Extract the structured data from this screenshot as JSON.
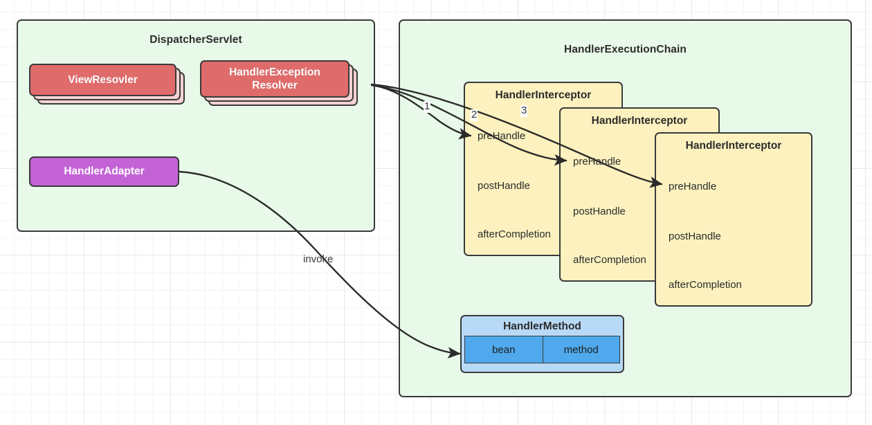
{
  "diagram": {
    "title": "Spring MVC DispatcherServlet / HandlerExecutionChain",
    "groups": [
      {
        "id": "dispatcher-servlet",
        "label": "DispatcherServlet"
      },
      {
        "id": "handler-execution-chain",
        "label": "HandlerExecutionChain"
      }
    ],
    "dispatcher": {
      "title": "DispatcherServlet",
      "nodes": [
        {
          "id": "view-resolver",
          "label": "ViewResovler",
          "color": "#e06b6b",
          "stacked": true
        },
        {
          "id": "handler-exception-resolver",
          "label": "HandlerException\nResolver",
          "line1": "HandlerException",
          "line2": "Resolver",
          "color": "#e06b6b",
          "stacked": true
        },
        {
          "id": "handler-adapter",
          "label": "HandlerAdapter",
          "color": "#c363d6",
          "stacked": false
        }
      ]
    },
    "chain": {
      "title": "HandlerExecutionChain",
      "interceptors": [
        {
          "id": "handler-interceptor-1",
          "title": "HandlerInterceptor",
          "methods": [
            "preHandle",
            "postHandle",
            "afterCompletion"
          ]
        },
        {
          "id": "handler-interceptor-2",
          "title": "HandlerInterceptor",
          "methods": [
            "preHandle",
            "postHandle",
            "afterCompletion"
          ]
        },
        {
          "id": "handler-interceptor-3",
          "title": "HandlerInterceptor",
          "methods": [
            "preHandle",
            "postHandle",
            "afterCompletion"
          ]
        }
      ],
      "handler_method": {
        "id": "handler-method",
        "title": "HandlerMethod",
        "cells": [
          "bean",
          "method"
        ]
      }
    },
    "edge_labels": [
      {
        "id": "edge-label-1",
        "text": "1"
      },
      {
        "id": "edge-label-2",
        "text": "2"
      },
      {
        "id": "edge-label-3",
        "text": "3"
      },
      {
        "id": "edge-label-invoke",
        "text": "invoke"
      }
    ],
    "colors": {
      "group_fill": "#e8f9e9",
      "group_stroke": "#3a3a3a",
      "red_node": "#e06b6b",
      "red_stack": "#f7d3d3",
      "purple_node": "#c363d6",
      "interceptor_fill": "#fdf2bf",
      "handler_method_header": "#b8daf7",
      "handler_method_cell": "#4fa9ec",
      "edge_stroke": "#2b2b2b",
      "canvas": "#ffffff"
    }
  }
}
